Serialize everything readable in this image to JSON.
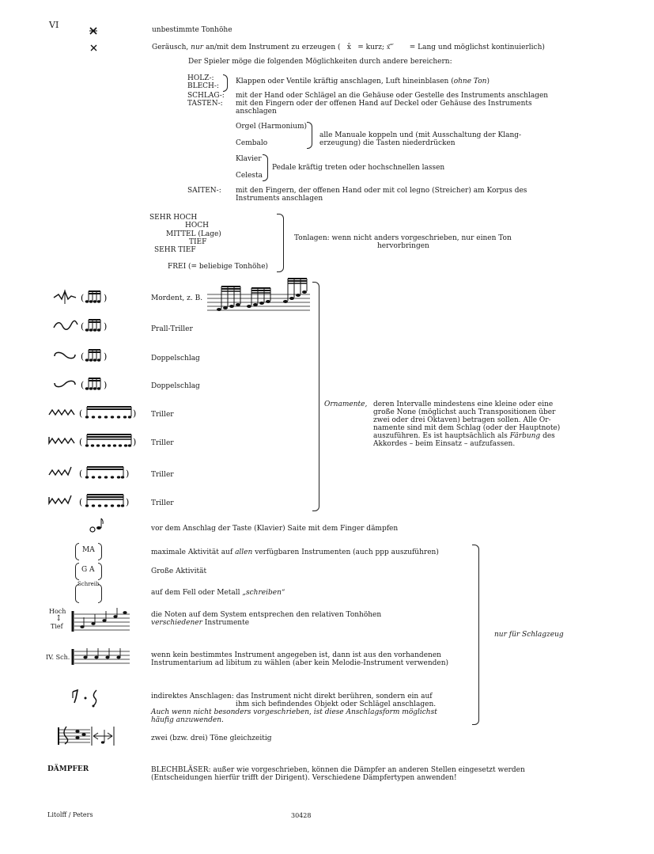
{
  "page": {
    "number": "VI",
    "footer_publisher": "Litolff / Peters",
    "footer_code": "30428"
  },
  "noise": {
    "symbol_indefinite": "unbestimmte Tonhöhe",
    "symbol_noise_a": "Geräusch,",
    "symbol_noise_b": "nur",
    "symbol_noise_c": "an/mit dem Instrument zu erzeugen (",
    "symbol_noise_d": "= kurz;",
    "symbol_noise_e": "= Lang und möglichst kontinuierlich)",
    "intro": "Der Spieler möge die folgenden Möglichkeiten durch andere bereichern:",
    "holz": "HOLZ-:",
    "blech": "BLECH-:",
    "holz_blech_text_a": "Klappen oder Ventile kräftig anschlagen, Luft hineinblasen (",
    "holz_blech_text_b": "ohne Ton",
    "holz_blech_text_c": ")",
    "schlag": "SCHLAG-:",
    "schlag_text": "mit der Hand oder Schlägel an die Gehäuse oder Gestelle des Instruments anschlagen",
    "tasten": "TASTEN-:",
    "tasten_text_1": "mit den Fingern oder der offenen Hand auf Deckel oder Gehäuse des Instruments",
    "tasten_text_2": "anschlagen",
    "orgel": "Orgel (Harmonium)",
    "cembalo": "Cembalo",
    "orgel_text_1": "alle Manuale koppeln und (mit Ausschaltung der Klang-",
    "orgel_text_2": "erzeugung) die Tasten niederdrücken",
    "klavier": "Klavier",
    "celesta": "Celesta",
    "klavier_text": "Pedale kräftig treten oder hochschnellen lassen",
    "saiten": "SAITEN-:",
    "saiten_text_1": "mit den Fingern, der offenen Hand oder mit col legno (Streicher) am Korpus des",
    "saiten_text_2": "Instruments anschlagen"
  },
  "registers": {
    "items": [
      "SEHR HOCH",
      "HOCH",
      "MITTEL (Lage)",
      "TIEF",
      "SEHR TIEF"
    ],
    "frei": "FREI (= beliebige Tonhöhe)",
    "label_1": "Tonlagen: wenn nicht anders vorgeschrieben, nur einen Ton",
    "label_2": "hervorbringen"
  },
  "ornaments": {
    "mordent": "Mordent, z. B.",
    "prall": "Prall-Triller",
    "doppel1": "Doppelschlag",
    "doppel2": "Doppelschlag",
    "triller1": "Triller",
    "triller2": "Triller",
    "triller3": "Triller",
    "triller4": "Triller",
    "label": "Ornamente,",
    "desc_1": "deren Intervalle mindestens eine kleine oder eine",
    "desc_2": "große None (möglichst auch Transpositionen über",
    "desc_3": "zwei oder drei Oktaven) betragen sollen. Alle Or-",
    "desc_4": "namente sind mit dem Schlag (oder der Hauptnote)",
    "desc_5a": "auszuführen. Es ist hauptsächlich als",
    "desc_5b": "Färbung",
    "desc_5c": "des",
    "desc_6": "Akkordes – beim Einsatz – aufzufassen."
  },
  "percussion": {
    "damp": "vor dem Anschlag der Taste (Klavier) Saite mit dem Finger dämpfen",
    "ma": "MA",
    "ma_text_a": "maximale Aktivität auf",
    "ma_text_b": "allen",
    "ma_text_c": "verfügbaren Instrumenten (auch ppp auszuführen)",
    "ga": "G A",
    "ga_text": "Große Aktivität",
    "schreib": "Schreib",
    "schreib_text_a": "auf dem Fell oder Metall",
    "schreib_text_b": "„schreiben“",
    "hoch": "Hoch",
    "tief": "Tief",
    "hoch_text_1": "die Noten auf dem System entsprechen den relativen Tonhöhen",
    "hoch_text_2": "verschiedener",
    "hoch_text_2b": "Instrumente",
    "ivsch": "IV. Sch.",
    "ivsch_text_1": "wenn kein bestimmtes Instrument angegeben ist, dann ist aus den vorhandenen",
    "ivsch_text_2": "Instrumentarium ad libitum zu wählen (aber kein Melodie-Instrument verwenden)",
    "ind_1": "indirektes Anschlagen: das Instrument nicht direkt berühren, sondern ein auf",
    "ind_2": "ihm sich befindendes Objekt oder Schlägel anschlagen.",
    "ind_3": "Auch wenn nicht besonders vorgeschrieben, ist diese Anschlagsform möglichst",
    "ind_4": "häufig anzuwenden.",
    "zwei": "zwei (bzw. drei) Töne gleichzeitig",
    "label": "nur für Schlagzeug"
  },
  "daempfer": {
    "title": "DÄMPFER",
    "text_1": "BLECHBLÄSER: außer wie vorgeschrieben, können die Dämpfer an anderen Stellen eingesetzt werden",
    "text_2": "(Entscheidungen hierfür trifft der Dirigent). Verschiedene Dämpfertypen anwenden!"
  }
}
